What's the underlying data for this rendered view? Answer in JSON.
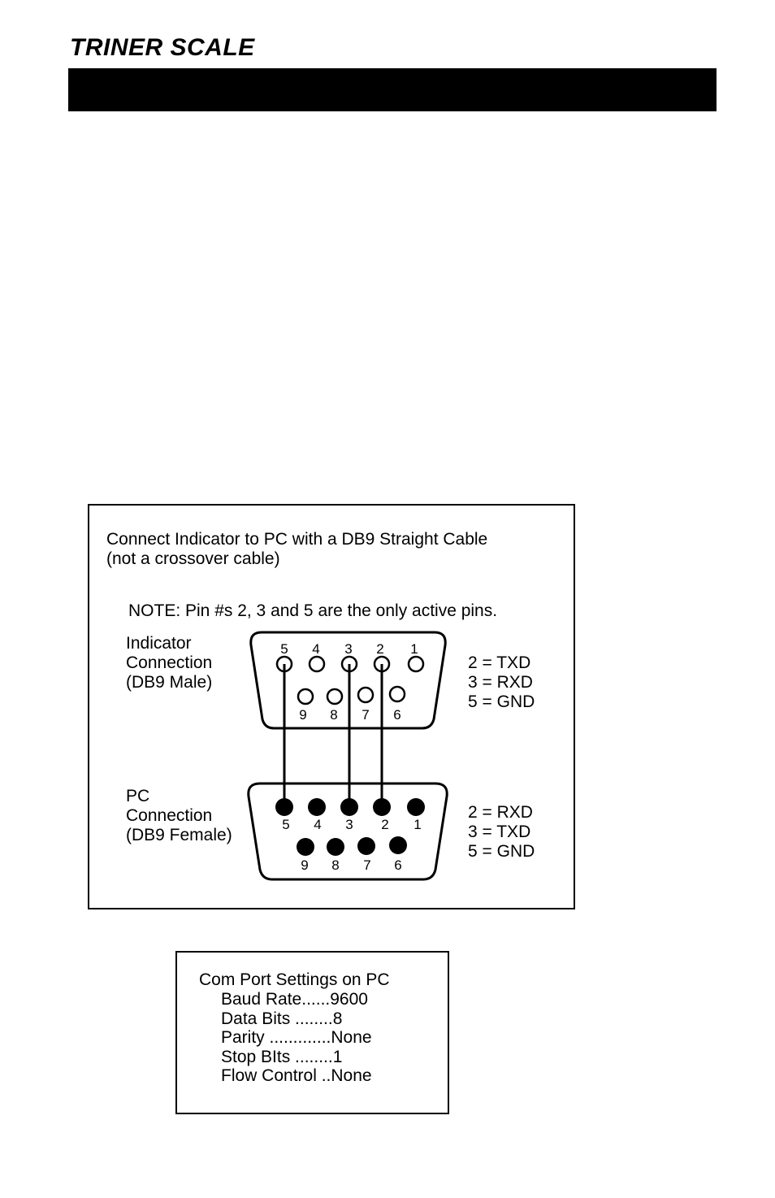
{
  "header": {
    "brand": "TRINER SCALE"
  },
  "diagram": {
    "instruction_line1": "Connect Indicator to PC with a DB9 Straight Cable",
    "instruction_line2": "(not a crossover cable)",
    "note": "NOTE: Pin #s 2, 3 and 5 are the only active pins.",
    "indicator": {
      "label_lines": [
        "Indicator",
        "Connection",
        "(DB9 Male)"
      ],
      "top_pins": [
        "5",
        "4",
        "3",
        "2",
        "1"
      ],
      "bottom_pins": [
        "9",
        "8",
        "7",
        "6"
      ],
      "pin_map": [
        "2 = TXD",
        "3 = RXD",
        "5 = GND"
      ]
    },
    "pc": {
      "label_lines": [
        "PC",
        "Connection",
        "(DB9 Female)"
      ],
      "top_pins": [
        "5",
        "4",
        "3",
        "2",
        "1"
      ],
      "bottom_pins": [
        "9",
        "8",
        "7",
        "6"
      ],
      "pin_map": [
        "2 = RXD",
        "3 = TXD",
        "5 = GND"
      ]
    },
    "wired_pins": [
      "5",
      "3",
      "2"
    ]
  },
  "com_settings": {
    "title": "Com Port Settings on PC",
    "rows": [
      "Baud Rate......9600",
      "Data Bits ........8",
      "Parity .............None",
      "Stop BIts ........1",
      "Flow Control ..None"
    ]
  }
}
